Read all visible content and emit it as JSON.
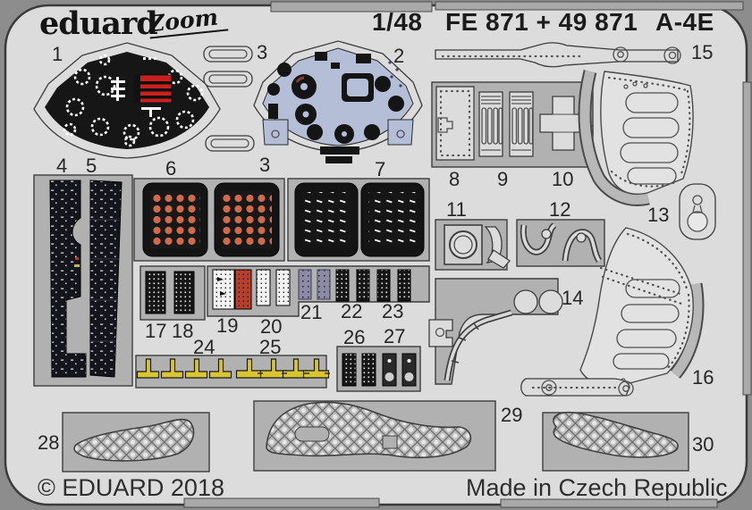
{
  "header": {
    "brand": "eduard",
    "zoom_logo": "Zoom",
    "scale": "1/48",
    "product_codes": "FE 871 + 49 871",
    "aircraft": "A-4E"
  },
  "footer": {
    "copyright": "© EDUARD 2018",
    "origin": "Made in Czech Republic"
  },
  "fret": {
    "part_labels": {
      "p1": "1",
      "p2": "2",
      "p3a": "3",
      "p3b": "3",
      "p4": "4",
      "p5": "5",
      "p6": "6",
      "p7": "7",
      "p8": "8",
      "p9": "9",
      "p10": "10",
      "p11": "11",
      "p12": "12",
      "p13": "13",
      "p14": "14",
      "p15": "15",
      "p16": "16",
      "p17": "17",
      "p18": "18",
      "p19": "19",
      "p20": "20",
      "p21": "21",
      "p22": "22",
      "p23": "23",
      "p24": "24",
      "p25": "25",
      "p26": "26",
      "p27": "27",
      "p28": "28",
      "p29": "29",
      "p30": "30"
    },
    "colors": {
      "backdrop": "#8d8d8d",
      "fret_metal": "#dcdcdc",
      "recess_gray": "#b1b1b1",
      "panel_black": "#161616",
      "warning_red": "#cc1f1f",
      "instrument_blue": "#b4bed6",
      "dot_orange": "#d06a4a",
      "placard_red": "#b7402c",
      "placard_purple": "#8d8aa6",
      "handle_yellow": "#d9c52f",
      "console_navy": "#15151e",
      "label_ink": "#262626"
    }
  }
}
